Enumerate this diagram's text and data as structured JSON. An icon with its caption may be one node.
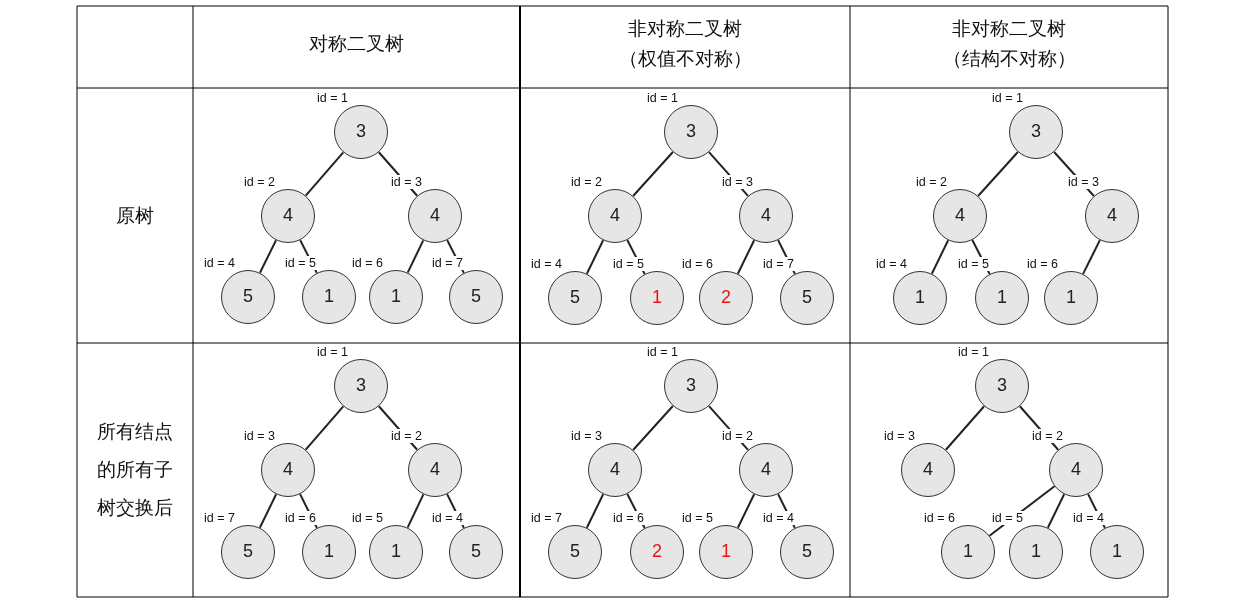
{
  "diagram": {
    "nodes": [
      {
        "text": [
          "3"
        ],
        "beside": [
          "id = 1"
        ]
      },
      {
        "text": [
          "4"
        ],
        "beside": [
          "id = 2"
        ]
      },
      {
        "text": [
          "4"
        ],
        "beside": [
          "id = 3"
        ]
      },
      {
        "text": [
          "5"
        ],
        "beside": [
          "id = 4"
        ]
      },
      {
        "text": [
          "1"
        ],
        "beside": [
          "id = 5"
        ]
      },
      {
        "text": [
          "1"
        ],
        "beside": [
          "id = 6"
        ]
      },
      {
        "text": [
          "5"
        ],
        "beside": [
          "id = 7"
        ]
      },
      {
        "text": [
          "3"
        ],
        "beside": [
          "id = 1"
        ]
      },
      {
        "text": [
          "4"
        ],
        "beside": [
          "id = 2"
        ]
      },
      {
        "text": [
          "4"
        ],
        "beside": [
          "id = 3"
        ]
      },
      {
        "text": [
          "5"
        ],
        "beside": [
          "id = 4"
        ]
      },
      {
        "text": [
          "1"
        ],
        "beside": [
          "id = 5"
        ]
      },
      {
        "text": [
          "2"
        ],
        "beside": [
          "id = 6"
        ]
      },
      {
        "text": [
          "5"
        ],
        "beside": [
          "id = 7"
        ]
      },
      {
        "text": [
          "3"
        ],
        "beside": [
          "id = 1"
        ]
      },
      {
        "text": [
          "4"
        ],
        "beside": [
          "id = 2"
        ]
      },
      {
        "text": [
          "4"
        ],
        "beside": [
          "id = 3"
        ]
      },
      {
        "text": [
          "1"
        ],
        "beside": [
          "id = 4"
        ]
      },
      {
        "text": [
          "1"
        ],
        "beside": [
          "id = 5"
        ]
      },
      {
        "text": [
          "1"
        ],
        "beside": [
          "id = 6"
        ]
      },
      {
        "text": [
          "3"
        ],
        "beside": [
          "id = 1"
        ]
      },
      {
        "text": [
          "4"
        ],
        "beside": [
          "id = 3"
        ]
      },
      {
        "text": [
          "4"
        ],
        "beside": [
          "id = 2"
        ]
      },
      {
        "text": [
          "5"
        ],
        "beside": [
          "id = 7"
        ]
      },
      {
        "text": [
          "1"
        ],
        "beside": [
          "id = 6"
        ]
      },
      {
        "text": [
          "1"
        ],
        "beside": [
          "id = 5"
        ]
      },
      {
        "text": [
          "5"
        ],
        "beside": [
          "id = 4"
        ]
      },
      {
        "text": [
          "3"
        ],
        "beside": [
          "id = 1"
        ]
      },
      {
        "text": [
          "4"
        ],
        "beside": [
          "id = 3"
        ]
      },
      {
        "text": [
          "4"
        ],
        "beside": [
          "id = 2"
        ]
      },
      {
        "text": [
          "5"
        ],
        "beside": [
          "id = 7"
        ]
      },
      {
        "text": [
          "2"
        ],
        "beside": [
          "id = 6"
        ]
      },
      {
        "text": [
          "1"
        ],
        "beside": [
          "id = 5"
        ]
      },
      {
        "text": [
          "5"
        ],
        "beside": [
          "id = 4"
        ]
      },
      {
        "text": [
          "3"
        ],
        "beside": [
          "id = 1"
        ]
      },
      {
        "text": [
          "4"
        ],
        "beside": [
          "id = 3"
        ]
      },
      {
        "text": [
          "4"
        ],
        "beside": [
          "id = 2"
        ]
      },
      {
        "text": [
          "1"
        ],
        "beside": [
          "id = 6"
        ]
      },
      {
        "text": [
          "1"
        ],
        "beside": [
          "id = 5"
        ]
      },
      {
        "text": [
          "1"
        ],
        "beside": [
          "id = 4"
        ]
      }
    ],
    "edges": [
      {
        "from": 0,
        "to": 1,
        "arrow": "none"
      },
      {
        "from": 0,
        "to": 2,
        "arrow": "none"
      },
      {
        "from": 1,
        "to": 3,
        "arrow": "none"
      },
      {
        "from": 1,
        "to": 4,
        "arrow": "none"
      },
      {
        "from": 2,
        "to": 5,
        "arrow": "none"
      },
      {
        "from": 2,
        "to": 6,
        "arrow": "none"
      },
      {
        "from": 7,
        "to": 8,
        "arrow": "none"
      },
      {
        "from": 7,
        "to": 9,
        "arrow": "none"
      },
      {
        "from": 8,
        "to": 10,
        "arrow": "none"
      },
      {
        "from": 8,
        "to": 11,
        "arrow": "none"
      },
      {
        "from": 9,
        "to": 12,
        "arrow": "none"
      },
      {
        "from": 9,
        "to": 13,
        "arrow": "none"
      },
      {
        "from": 14,
        "to": 15,
        "arrow": "none"
      },
      {
        "from": 14,
        "to": 16,
        "arrow": "none"
      },
      {
        "from": 15,
        "to": 17,
        "arrow": "none"
      },
      {
        "from": 15,
        "to": 18,
        "arrow": "none"
      },
      {
        "from": 16,
        "to": 19,
        "arrow": "none"
      },
      {
        "from": 20,
        "to": 21,
        "arrow": "none"
      },
      {
        "from": 20,
        "to": 22,
        "arrow": "none"
      },
      {
        "from": 21,
        "to": 23,
        "arrow": "none"
      },
      {
        "from": 21,
        "to": 24,
        "arrow": "none"
      },
      {
        "from": 22,
        "to": 25,
        "arrow": "none"
      },
      {
        "from": 22,
        "to": 26,
        "arrow": "none"
      },
      {
        "from": 27,
        "to": 28,
        "arrow": "none"
      },
      {
        "from": 27,
        "to": 29,
        "arrow": "none"
      },
      {
        "from": 28,
        "to": 30,
        "arrow": "none"
      },
      {
        "from": 28,
        "to": 31,
        "arrow": "none"
      },
      {
        "from": 29,
        "to": 32,
        "arrow": "none"
      },
      {
        "from": 29,
        "to": 33,
        "arrow": "none"
      },
      {
        "from": 34,
        "to": 35,
        "arrow": "none"
      },
      {
        "from": 34,
        "to": 36,
        "arrow": "none"
      },
      {
        "from": 36,
        "to": 37,
        "arrow": "none"
      },
      {
        "from": 36,
        "to": 38,
        "arrow": "none"
      },
      {
        "from": 36,
        "to": 39,
        "arrow": "none"
      }
    ],
    "labels": [
      "对称二叉树",
      "非对称二叉树（权值不对称）",
      "非对称二叉树（结构不对称）",
      "原树",
      "所有结点的所有子树交换后"
    ]
  }
}
